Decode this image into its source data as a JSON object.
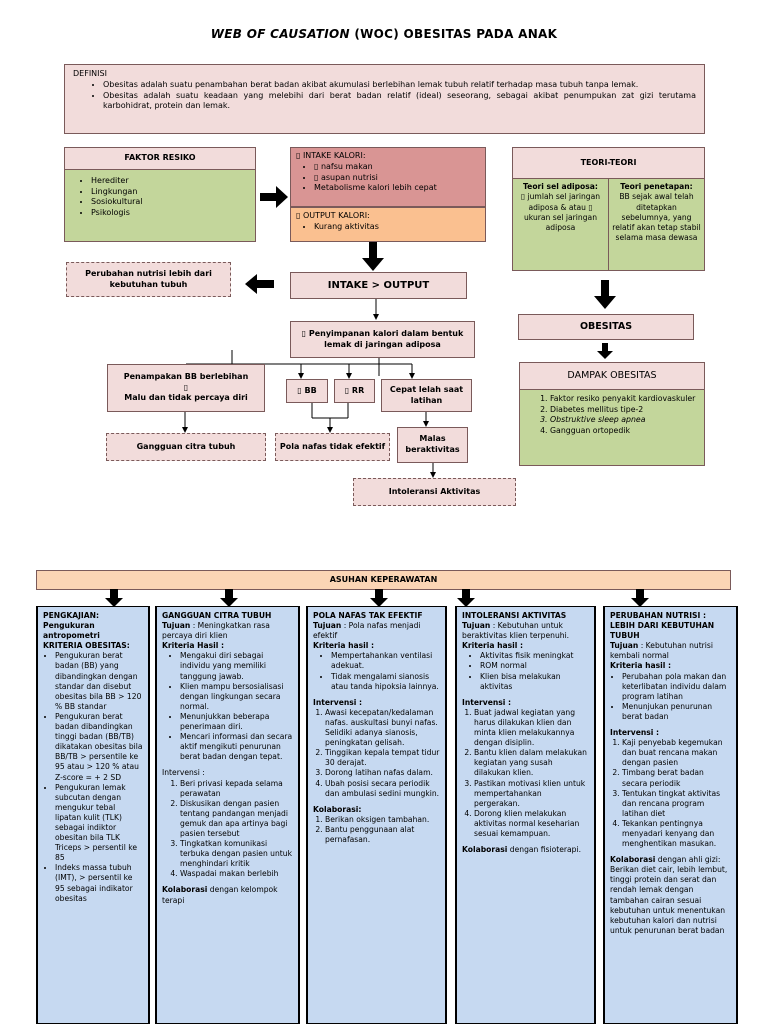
{
  "title": {
    "italic": "WEB OF CAUSATION",
    "rest": " (WOC) OBESITAS PADA ANAK"
  },
  "definisi": {
    "label": "DEFINISI",
    "items": [
      "Obesitas adalah suatu penambahan berat badan akibat akumulasi berlebihan lemak tubuh relatif terhadap masa tubuh tanpa lemak.",
      "Obesitas adalah suatu keadaan yang melebihi dari berat badan relatif (ideal) seseorang, sebagai akibat penumpukan zat gizi terutama karbohidrat, protein dan lemak."
    ]
  },
  "faktor_resiko": {
    "title": "FAKTOR RESIKO",
    "items": [
      "Herediter",
      "Lingkungan",
      "Sosiokultural",
      "Psikologis"
    ]
  },
  "intake": {
    "title": "▯ INTAKE KALORI:",
    "items": [
      "▯ nafsu makan",
      "▯ asupan nutrisi",
      "Metabolisme kalori lebih cepat"
    ]
  },
  "output": {
    "title": "▯ OUTPUT KALORI:",
    "items": [
      "Kurang aktivitas"
    ]
  },
  "teori": {
    "title": "TEORI-TEORI",
    "sel_title": "Teori sel adiposa:",
    "sel_text": "▯ jumlah sel jaringan adiposa & atau ▯ ukuran sel jaringan adiposa",
    "penetapan_title": "Teori penetapan:",
    "penetapan_text": "BB sejak awal telah ditetapkan sebelumnya, yang relatif akan tetap stabil selama masa dewasa"
  },
  "perubahan_nutrisi_top": "Perubahan nutrisi lebih dari kebutuhan tubuh",
  "intake_output": "INTAKE > OUTPUT",
  "penyimpanan": "▯ Penyimpanan kalori dalam bentuk lemak di jaringan adiposa",
  "penampakan": {
    "line1": "Penampakan BB berlebihan",
    "line2": "▯",
    "line3": "Malu dan tidak percaya diri"
  },
  "bb": "▯ BB",
  "rr": "▯ RR",
  "cepat_lelah": "Cepat lelah saat latihan",
  "gangguan_citra": "Gangguan citra tubuh",
  "pola_nafas": "Pola nafas tidak efektif",
  "malas": "Malas beraktivitas",
  "intoleransi": "Intoleransi Aktivitas",
  "obesitas": "OBESITAS",
  "dampak": {
    "title": "DAMPAK OBESITAS",
    "items": [
      "Faktor resiko penyakit kardiovaskuler",
      "Diabetes mellitus tipe-2",
      "Obstruktive sleep apnea",
      "Gangguan ortopedik"
    ]
  },
  "asuhan": "ASUHAN KEPERAWATAN",
  "col1": {
    "title": "PENGKAJIAN:",
    "sub": "Pengukuran antropometri",
    "kriteria": "KRITERIA OBESITAS:",
    "items": [
      "Pengukuran berat badan (BB) yang dibandingkan dengan standar dan disebut obesitas bila BB > 120 % BB standar",
      "Pengukuran berat badan dibandingkan tinggi badan (BB/TB) dikatakan obesitas bila BB/TB > persentile ke 95 atau > 120 % atau Z-score = + 2 SD",
      "Pengukuran lemak subcutan dengan mengukur tebal lipatan kulit (TLK) sebagai indiktor obesitan bila TLK Triceps > persentil ke 85",
      "Indeks massa tubuh (IMT), > persentil ke 95 sebagai indikator obesitas"
    ]
  },
  "col2": {
    "title": "GANGGUAN CITRA TUBUH",
    "tujuan_label": "Tujuan",
    "tujuan": " : Meningkatkan rasa percaya diri klien",
    "kriteria_label": "Kriteria Hasil :",
    "kriteria": [
      "Mengakui diri sebagai individu yang memiliki tanggung jawab.",
      "Klien mampu bersosialisasi dengan lingkungan secara normal.",
      "Menunjukkan beberapa penerimaan diri.",
      "Mencari informasi dan secara aktif mengikuti penurunan berat badan dengan tepat."
    ],
    "intervensi_label": "Intervensi :",
    "intervensi": [
      "Beri privasi kepada selama perawatan",
      "Diskusikan dengan pasien tentang pandangan menjadi gemuk dan apa artinya bagi pasien tersebut",
      "Tingkatkan komunikasi terbuka dengan pasien untuk menghindari kritik",
      "Waspadai makan berlebih"
    ],
    "kolaborasi_label": "Kolaborasi",
    "kolaborasi": " dengan kelompok terapi"
  },
  "col3": {
    "title": "POLA NAFAS TAK EFEKTIF",
    "tujuan_label": "Tujuan",
    "tujuan": " : Pola nafas menjadi efektif",
    "kriteria_label": "Kriteria hasil :",
    "kriteria": [
      "Mempertahankan ventilasi adekuat.",
      "Tidak mengalami sianosis atau tanda hipoksia lainnya."
    ],
    "intervensi_label": "Intervensi :",
    "intervensi": [
      "Awasi kecepatan/kedalaman nafas. auskultasi bunyi nafas. Selidiki adanya sianosis, peningkatan gelisah.",
      "Tinggikan kepala tempat tidur 30 derajat.",
      "Dorong latihan nafas dalam.",
      "Ubah posisi secara periodik dan ambulasi sedini mungkin."
    ],
    "kolaborasi_label": "Kolaborasi:",
    "kolaborasi": [
      "Berikan oksigen tambahan.",
      "Bantu penggunaan alat pernafasan."
    ]
  },
  "col4": {
    "title": "INTOLERANSI AKTIVITAS",
    "tujuan_label": "Tujuan",
    "tujuan": " : Kebutuhan untuk beraktivitas klien terpenuhi.",
    "kriteria_label": "Kriteria hasil :",
    "kriteria": [
      "Aktivitas fisik meningkat",
      "ROM normal",
      "Klien bisa melakukan aktivitas"
    ],
    "intervensi_label": "Intervensi :",
    "intervensi": [
      "Buat jadwal kegiatan yang harus dilakukan klien dan minta klien melakukannya dengan disiplin.",
      "Bantu klien dalam melakukan kegiatan yang susah dilakukan klien.",
      "Pastikan motivasi klien untuk mempertahankan pergerakan.",
      "Dorong klien melakukan aktivitas normal keseharian sesuai kemampuan."
    ],
    "kolaborasi_label": "Kolaborasi",
    "kolaborasi": " dengan fisioterapi."
  },
  "col5": {
    "title": "PERUBAHAN NUTRISI : LEBIH DARI KEBUTUHAN TUBUH",
    "tujuan_label": "Tujuan",
    "tujuan": " : Kebutuhan nutrisi kembali normal",
    "kriteria_label": "Kriteria hasil :",
    "kriteria": [
      "Perubahan pola makan dan keterlibatan individu dalam program latihan",
      "Menunjukan penurunan berat badan"
    ],
    "intervensi_label": "Intervensi :",
    "intervensi": [
      "Kaji penyebab kegemukan dan buat rencana makan dengan pasien",
      "Timbang berat badan secara periodik",
      "Tentukan tingkat aktivitas dan rencana program latihan diet",
      "Tekankan pentingnya menyadari kenyang dan menghentikan masukan."
    ],
    "kolaborasi_label": "Kolaborasi",
    "kolaborasi": " dengan ahli gizi: Berikan diet cair, lebih lembut, tinggi protein dan serat dan rendah lemak  dengan tambahan cairan sesuai kebutuhan untuk menentukan kebutuhan kalori dan nutrisi untuk penurunan berat badan"
  },
  "colors": {
    "pink": "#f2dcdb",
    "red": "#d99594",
    "orange": "#fac090",
    "green": "#c3d69b",
    "blue": "#c6d9f1",
    "peach": "#fbd5b5"
  }
}
